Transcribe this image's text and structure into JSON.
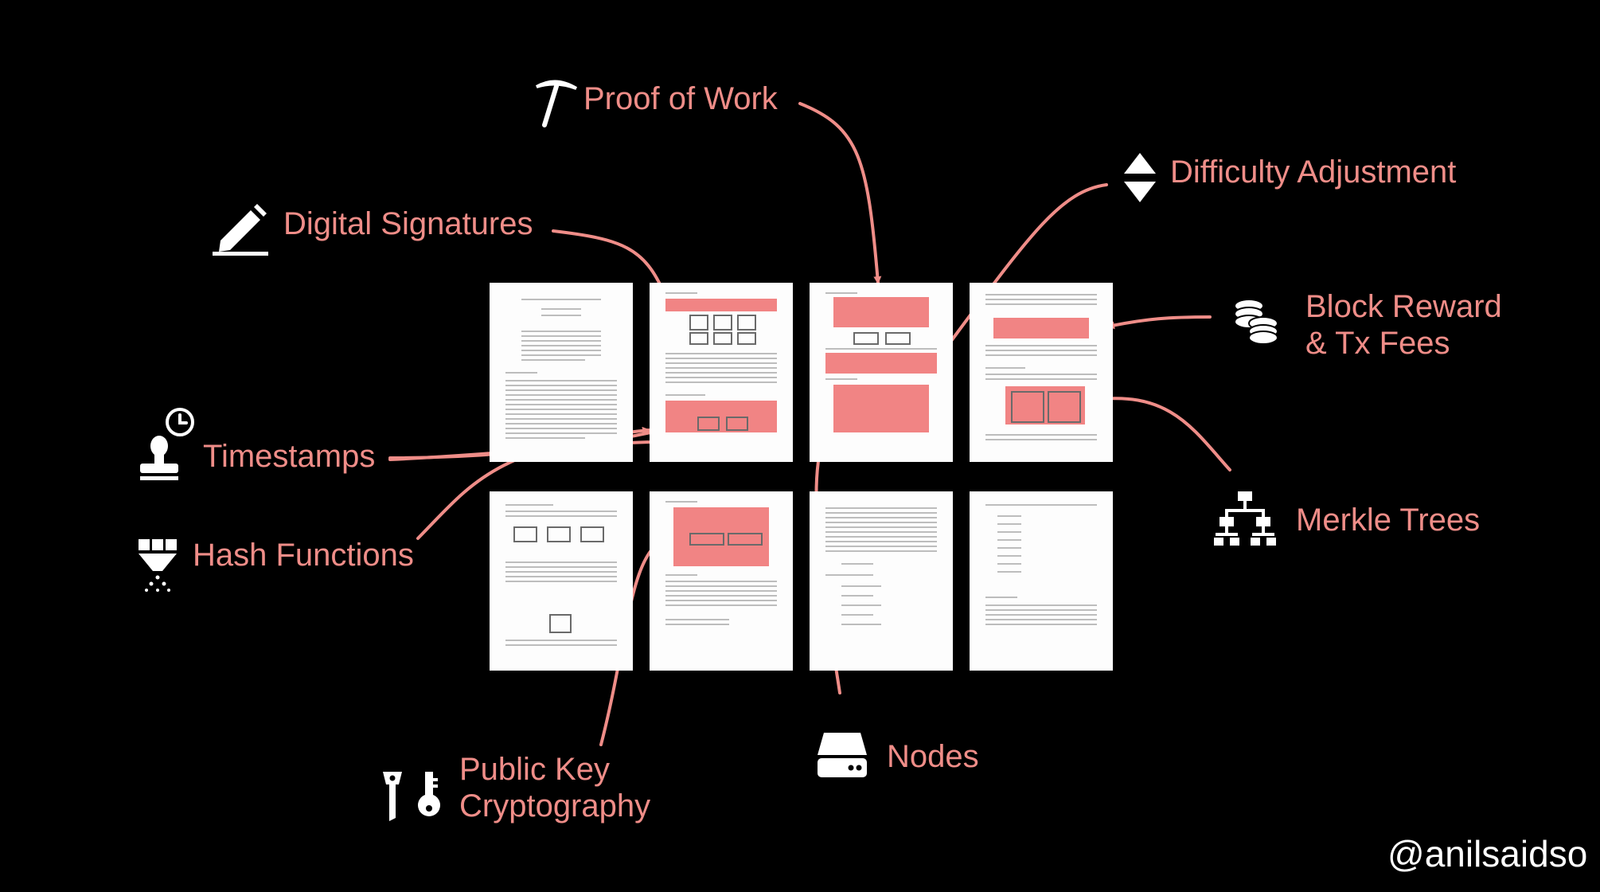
{
  "labels": {
    "proof_of_work": "Proof of Work",
    "difficulty_adjustment": "Difficulty Adjustment",
    "digital_signatures": "Digital Signatures",
    "block_reward_line1": "Block Reward",
    "block_reward_line2": "& Tx Fees",
    "timestamps": "Timestamps",
    "hash_functions": "Hash Functions",
    "merkle_trees": "Merkle Trees",
    "public_key_line1": "Public Key",
    "public_key_line2": "Cryptography",
    "nodes": "Nodes"
  },
  "credit": "@anilsaidso",
  "colors": {
    "background": "#000000",
    "accent": "#ef8d88",
    "highlight": "#ef6e6e",
    "page": "#fdfdfd",
    "icon": "#ffffff"
  },
  "icons": {
    "proof_of_work": "pickaxe-icon",
    "difficulty_adjustment": "up-down-triangle-icon",
    "digital_signatures": "pen-icon",
    "block_reward": "coins-stack-icon",
    "timestamps": "stamp-clock-icon",
    "hash_functions": "funnel-icon",
    "merkle_trees": "tree-hierarchy-icon",
    "public_key": "keys-icon",
    "nodes": "server-icon"
  }
}
